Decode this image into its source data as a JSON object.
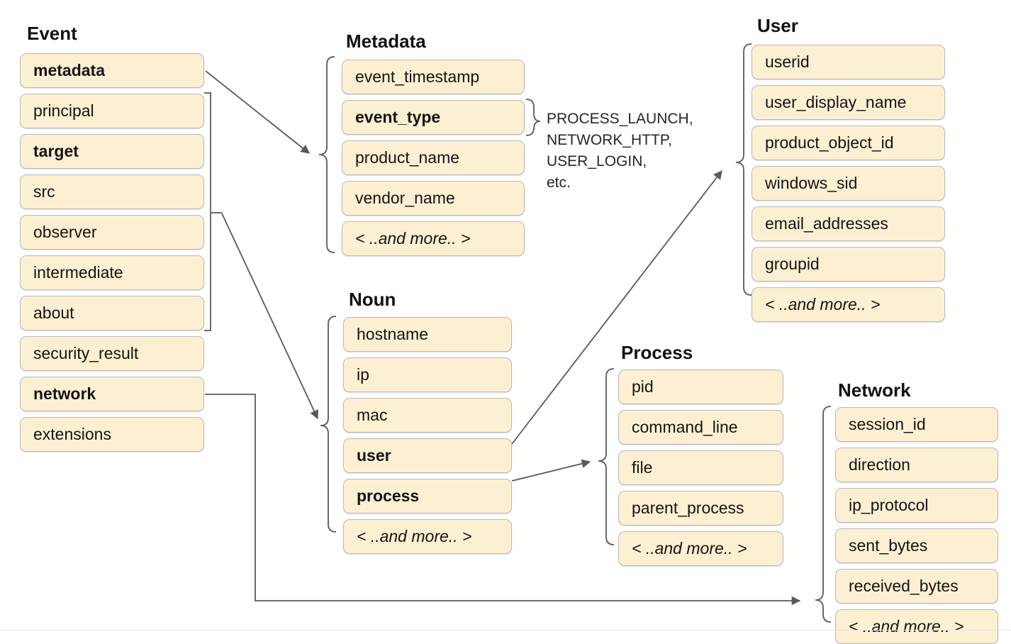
{
  "diagram": {
    "title_style": "UDM event schema entity diagram",
    "annotation": {
      "lines": [
        "PROCESS_LAUNCH,",
        "NETWORK_HTTP,",
        "USER_LOGIN,",
        "etc."
      ]
    }
  },
  "groups": [
    {
      "id": "event",
      "title": "Event",
      "fields": [
        {
          "label": "metadata",
          "bold": true
        },
        {
          "label": "principal",
          "bold": false
        },
        {
          "label": "target",
          "bold": true
        },
        {
          "label": "src",
          "bold": false
        },
        {
          "label": "observer",
          "bold": false
        },
        {
          "label": "intermediate",
          "bold": false
        },
        {
          "label": "about",
          "bold": false
        },
        {
          "label": "security_result",
          "bold": false
        },
        {
          "label": "network",
          "bold": true
        },
        {
          "label": "extensions",
          "bold": false
        }
      ]
    },
    {
      "id": "metadata",
      "title": "Metadata",
      "fields": [
        {
          "label": "event_timestamp",
          "bold": false
        },
        {
          "label": "event_type",
          "bold": true
        },
        {
          "label": "product_name",
          "bold": false
        },
        {
          "label": "vendor_name",
          "bold": false
        },
        {
          "label": "< ..and more.. >",
          "bold": false,
          "more": true
        }
      ]
    },
    {
      "id": "user",
      "title": "User",
      "fields": [
        {
          "label": "userid",
          "bold": false
        },
        {
          "label": "user_display_name",
          "bold": false
        },
        {
          "label": "product_object_id",
          "bold": false
        },
        {
          "label": "windows_sid",
          "bold": false
        },
        {
          "label": "email_addresses",
          "bold": false
        },
        {
          "label": "groupid",
          "bold": false
        },
        {
          "label": "< ..and more.. >",
          "bold": false,
          "more": true
        }
      ]
    },
    {
      "id": "noun",
      "title": "Noun",
      "fields": [
        {
          "label": "hostname",
          "bold": false
        },
        {
          "label": "ip",
          "bold": false
        },
        {
          "label": "mac",
          "bold": false
        },
        {
          "label": "user",
          "bold": true
        },
        {
          "label": "process",
          "bold": true
        },
        {
          "label": "< ..and more.. >",
          "bold": false,
          "more": true
        }
      ]
    },
    {
      "id": "process",
      "title": "Process",
      "fields": [
        {
          "label": "pid",
          "bold": false
        },
        {
          "label": "command_line",
          "bold": false
        },
        {
          "label": "file",
          "bold": false
        },
        {
          "label": "parent_process",
          "bold": false
        },
        {
          "label": "< ..and more.. >",
          "bold": false,
          "more": true
        }
      ]
    },
    {
      "id": "network",
      "title": "Network",
      "fields": [
        {
          "label": "session_id",
          "bold": false
        },
        {
          "label": "direction",
          "bold": false
        },
        {
          "label": "ip_protocol",
          "bold": false
        },
        {
          "label": "sent_bytes",
          "bold": false
        },
        {
          "label": "received_bytes",
          "bold": false
        },
        {
          "label": "< ..and more.. >",
          "bold": false,
          "more": true
        }
      ]
    }
  ],
  "connections": [
    {
      "from": "event.metadata",
      "to": "metadata"
    },
    {
      "from": "event.principal-about",
      "to": "noun"
    },
    {
      "from": "event.network",
      "to": "network"
    },
    {
      "from": "noun.user",
      "to": "user"
    },
    {
      "from": "noun.process",
      "to": "process"
    },
    {
      "from": "metadata.event_type",
      "to": "annotation"
    }
  ],
  "colors": {
    "field_fill": "#fdf0d2",
    "field_border": "#b9b9b9",
    "connector": "#595959",
    "text": "#141414",
    "background": "#ffffff"
  }
}
